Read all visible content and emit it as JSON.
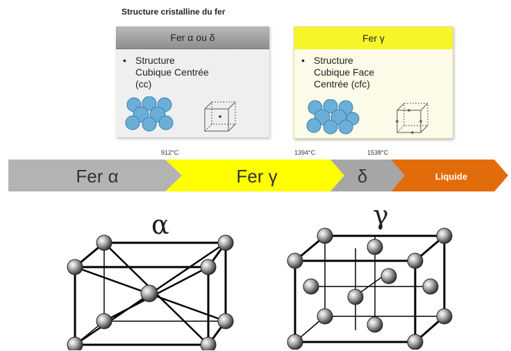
{
  "title": "Structure cristalline du fer",
  "box_alpha": {
    "header": "Fer α ou δ",
    "bullet": [
      "Structure",
      "Cubique Centrée",
      "(cc)"
    ]
  },
  "box_gamma": {
    "header": "Fer γ",
    "bullet": [
      "Structure",
      "Cubique Face",
      "Centrée (cfc)"
    ]
  },
  "temperatures": [
    "912°C",
    "1394°C",
    "1538°C"
  ],
  "phases": [
    "Fer α",
    "Fer γ",
    "δ",
    "Liquide"
  ],
  "lattices": [
    "α",
    "γ"
  ],
  "colors": {
    "grey": "#b3b3b3",
    "yellow": "#ffff00",
    "orange": "#e36c0a",
    "sphere": "#6baed6"
  }
}
